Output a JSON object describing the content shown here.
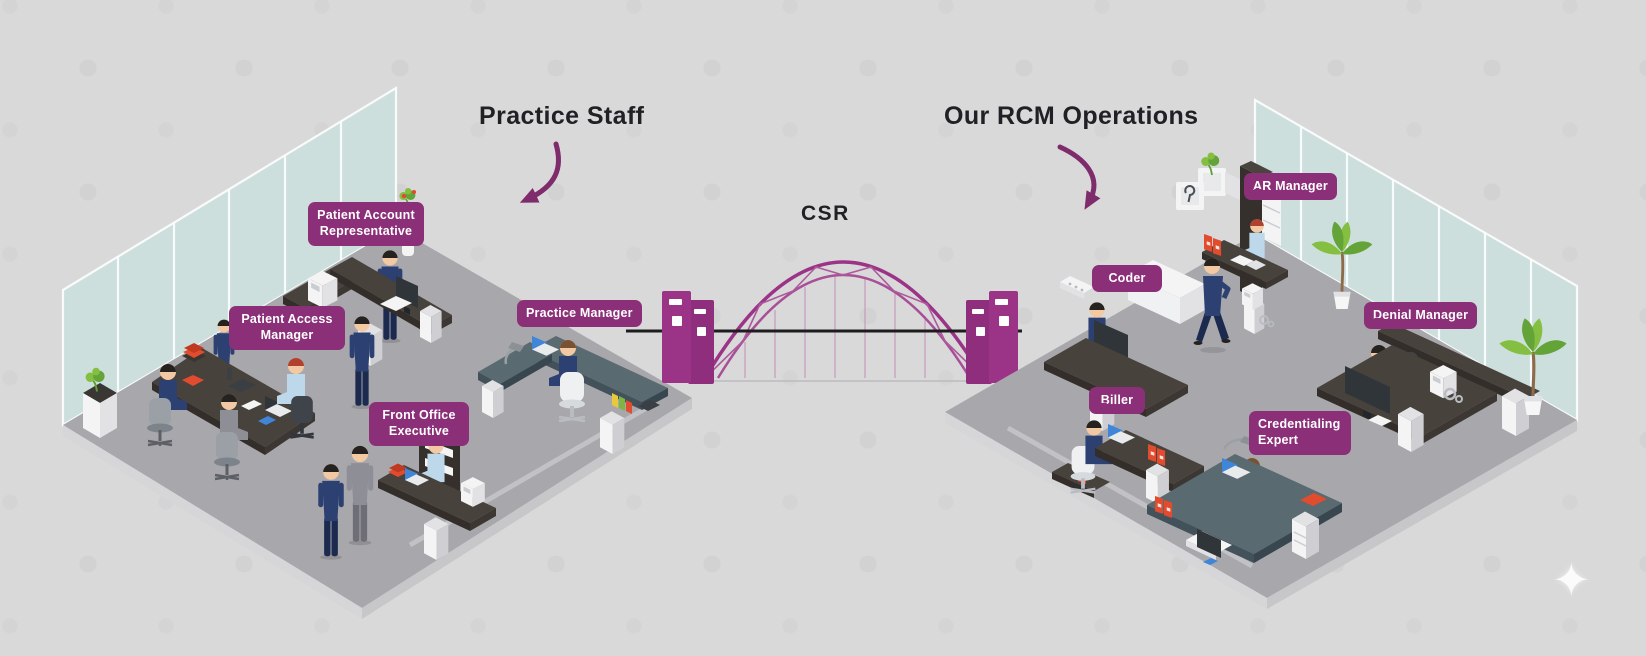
{
  "scene": {
    "sparkle": "✦"
  },
  "titles": {
    "left": "Practice Staff",
    "right": "Our RCM Operations",
    "bridge": "CSR"
  },
  "left_office": {
    "roles": [
      "Patient Account Representative",
      "Patient Access Manager",
      "Front Office Executive",
      "Practice Manager"
    ]
  },
  "right_office": {
    "roles": [
      "Coder",
      "Biller",
      "AR Manager",
      "Denial Manager",
      "Credentialing Expert"
    ]
  },
  "colors": {
    "badge": "#8b2f78",
    "bridge": "#9b3387",
    "bridge_dark": "#8e2e7c",
    "arrow": "#7e2c6b",
    "wall": "#cbdfdc",
    "floor": "#a8a8ac",
    "background": "#d9d9da",
    "desk_dark": "#48423d",
    "desk_teal": "#5a6a71",
    "suit_navy": "#2c4071",
    "accent_red": "#e14b2e",
    "plant_green": "#84bf41",
    "title_text": "#202125"
  }
}
